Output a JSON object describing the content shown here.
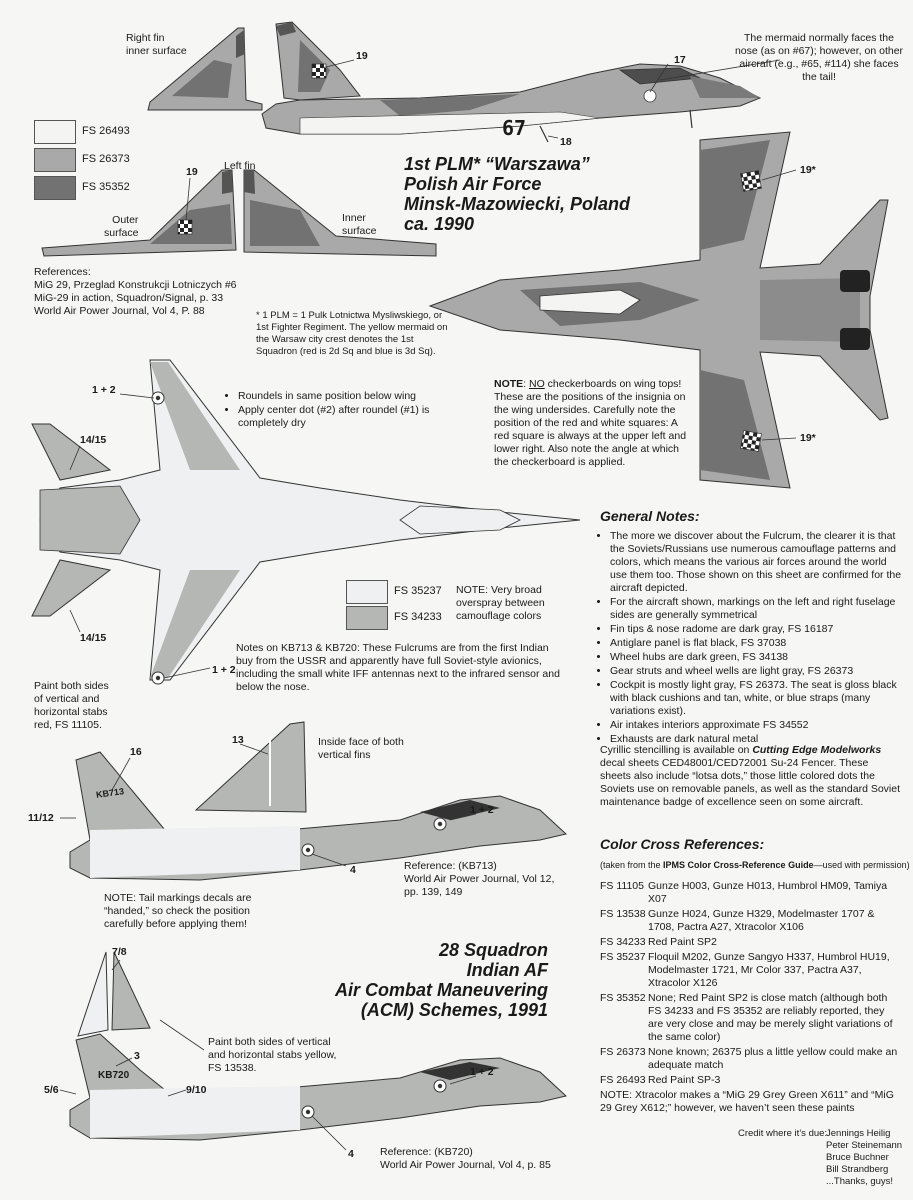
{
  "polish": {
    "labels": {
      "right_fin": "Right fin\ninner surface",
      "left_fin": "Left fin",
      "outer": "Outer\nsurface",
      "inner": "Inner\nsurface"
    },
    "mermaid_note": "The mermaid normally faces the nose (as on #67); however, on other aircraft (e.g., #65, #114) she faces the tail!",
    "tail_number": "67",
    "callouts": {
      "c19": "19",
      "c17": "17",
      "c18": "18",
      "c19a": "19",
      "c19star_top": "19*",
      "c19star_bottom": "19*"
    },
    "swatches": [
      {
        "code": "FS 26493",
        "color": "#f4f4f2"
      },
      {
        "code": "FS 26373",
        "color": "#a9a9a9"
      },
      {
        "code": "FS 35352",
        "color": "#727272"
      }
    ],
    "title_lines": [
      "1st PLM* “Warszawa”",
      "Polish Air Force",
      "Minsk-Mazowiecki, Poland",
      "ca. 1990"
    ],
    "references": [
      "References:",
      "MiG 29, Przeglad Konstrukcji Lotniczych #6",
      "MiG-29 in action, Squadron/Signal, p. 33",
      "World Air Power Journal, Vol 4, P. 88"
    ],
    "footnote": "* 1 PLM = 1 Pulk Lotnictwa Mysliwskiego, or 1st Fighter Regiment. The yellow mermaid on the Warsaw city crest denotes the 1st Squadron (red is 2d Sq and blue is 3d Sq).",
    "checkerboard_note_lead": "NOTE",
    "checkerboard_note_no": "NO",
    "checkerboard_note": " checkerboards on wing tops! These are the positions of the insignia on the wing undersides. Carefully note the position of the red and white squares: A red square is always at the upper left and lower right.  Also note the angle at which the checkerboard is applied."
  },
  "indian": {
    "callouts": {
      "c1_2_top": "1 + 2",
      "c14_15_top": "14/15",
      "c14_15_bottom": "14/15",
      "c1_2_lower": "1 + 2",
      "c16": "16",
      "c13": "13",
      "c11_12": "11/12",
      "c1_2_side": "1 + 2",
      "c4": "4",
      "c7_8": "7/8",
      "c3": "3",
      "c5_6": "5/6",
      "c9_10": "9/10",
      "c1_2_last": "1 + 2",
      "c4_last": "4"
    },
    "roundel_notes": [
      "Roundels in same position below wing",
      "Apply center dot (#2) after roundel (#1) is completely dry"
    ],
    "swatches": [
      {
        "code": "FS 35237",
        "color": "#eef0f1"
      },
      {
        "code": "FS 34233",
        "color": "#b5b7b4"
      }
    ],
    "swatch_note": "NOTE: Very broad overspray between camouflage colors",
    "kb_note": "Notes on KB713 & KB720:  These Fulcrums are from the first Indian buy from the USSR and apparently have full Soviet-style avionics, including the small white IFF antennas next to the infrared sensor and below the nose.",
    "paint_red": "Paint both sides of vertical and horizontal stabs red, FS 11105.",
    "inside_face": "Inside face of both vertical fins",
    "serial_1": "KB713",
    "ref_1": "Reference: (KB713)\nWorld Air Power Journal, Vol 12,\npp. 139, 149",
    "tail_note": "NOTE: Tail markings decals are “handed,” so check the position carefully before applying them!",
    "title_lines": [
      "28 Squadron",
      "Indian AF",
      "Air Combat Maneuvering",
      "(ACM) Schemes, 1991"
    ],
    "paint_yellow": "Paint both sides of vertical and horizontal stabs yellow, FS 13538.",
    "serial_2": "KB720",
    "ref_2": "Reference: (KB720)\nWorld Air Power Journal, Vol 4, p. 85"
  },
  "general": {
    "heading": "General Notes:",
    "items": [
      "The more we discover about the Fulcrum, the clearer it  is that the Soviets/Russians use numerous camouflage patterns and colors, which means the various air forces around the world use them too.  Those shown on this sheet are confirmed for the aircraft depicted.",
      "For the aircraft shown, markings on the left and right fuselage sides are generally symmetrical",
      "Fin tips & nose radome are dark gray, FS 16187",
      "Antiglare panel is flat black, FS 37038",
      "Wheel hubs are dark green, FS 34138",
      "Gear struts and wheel wells are light gray, FS 26373",
      "Cockpit is mostly light gray, FS 26373.  The seat is gloss black with black cushions and tan, white, or blue straps (many variations exist).",
      "Air intakes interiors approximate FS 34552",
      "Exhausts are dark natural metal"
    ],
    "stencil_pre": "Cyrillic stencilling is available on ",
    "stencil_brand": "Cutting Edge Modelworks",
    "stencil_post": " decal sheets CED48001/CED72001 Su-24 Fencer.  These sheets also include “lotsa dots,” those little colored dots the Soviets use on removable panels, as well as the standard Soviet maintenance badge of excellence seen on some aircraft."
  },
  "cross": {
    "heading": "Color Cross References:",
    "source_pre": "(taken from the ",
    "source_bold": "IPMS Color Cross-Reference Guide",
    "source_post": "—used with permission)",
    "rows": [
      {
        "fs": "FS 11105",
        "text": "Gunze H003, Gunze H013, Humbrol HM09, Tamiya X07"
      },
      {
        "fs": "FS 13538",
        "text": "Gunze H024, Gunze H329, Modelmaster 1707 & 1708, Pactra A27, Xtracolor X106"
      },
      {
        "fs": "FS 34233",
        "text": "Red Paint SP2"
      },
      {
        "fs": "FS 35237",
        "text": "Floquil M202, Gunze Sangyo H337, Humbrol HU19, Modelmaster 1721, Mr Color 337, Pactra A37, Xtracolor X126"
      },
      {
        "fs": "FS 35352",
        "text": "None; Red Paint SP2 is close match (although both FS 34233 and FS 35352 are reliably reported, they are very close and may be merely slight variations of the same color)"
      },
      {
        "fs": "FS 26373",
        "text": "None known; 26375 plus a little yellow could make an adequate match"
      },
      {
        "fs": "FS 26493",
        "text": "Red Paint SP-3"
      }
    ],
    "note": "NOTE: Xtracolor makes a “MiG 29 Grey Green X611” and “MiG 29 Grey X612;” however, we haven’t seen these paints"
  },
  "credits": {
    "lead": "Credit where it’s due:",
    "names": [
      "Jennings Heilig",
      "Peter Steinemann",
      "Bruce Buchner",
      "Bill Strandberg",
      "...Thanks, guys!"
    ]
  }
}
